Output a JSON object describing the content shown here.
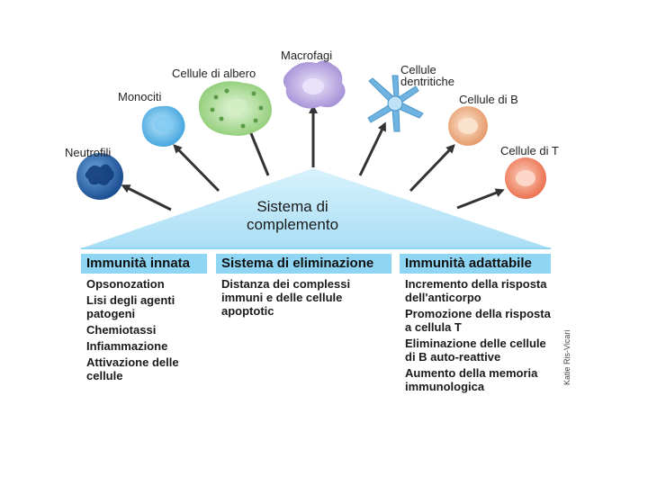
{
  "cells": [
    {
      "id": "neutrofili",
      "label": "Neutrofili",
      "color": "#2a6fb8"
    },
    {
      "id": "monociti",
      "label": "Monociti",
      "color": "#5bb9ea"
    },
    {
      "id": "albero",
      "label": "Cellule di albero",
      "color": "#a8dc96"
    },
    {
      "id": "macrofagi",
      "label": "Macrofagi",
      "color": "#b9a6e0"
    },
    {
      "id": "dentritiche",
      "label": "Cellule\ndentritiche",
      "line1": "Cellule",
      "line2": "dentritiche",
      "color": "#6fb4e0"
    },
    {
      "id": "b",
      "label": "Cellule di B",
      "color": "#f2b48a"
    },
    {
      "id": "t",
      "label": "Cellule di T",
      "color": "#f48a6a"
    }
  ],
  "apex": {
    "line1": "Sistema di",
    "line2": "complemento"
  },
  "colors": {
    "triangle": "#b7e6f8",
    "header": "#8fd5f4",
    "arrow": "#3a3a3a"
  },
  "columns": [
    {
      "title": "Immunità innata",
      "items": [
        "Opsonozation",
        "Lisi degli agenti patogeni",
        "Chemiotassi",
        "Infiammazione",
        "Attivazione delle cellule"
      ]
    },
    {
      "title": "Sistema di eliminazione",
      "items": [
        "Distanza dei complessi immuni e delle cellule apoptotic"
      ]
    },
    {
      "title": "Immunità adattabile",
      "items": [
        "Incremento della risposta dell'anticorpo",
        "Promozione della risposta a cellula T",
        "Eliminazione delle cellule di B auto-reattive",
        "Aumento della memoria immunologica"
      ]
    }
  ],
  "credit": "Katie Ris-Vicari"
}
